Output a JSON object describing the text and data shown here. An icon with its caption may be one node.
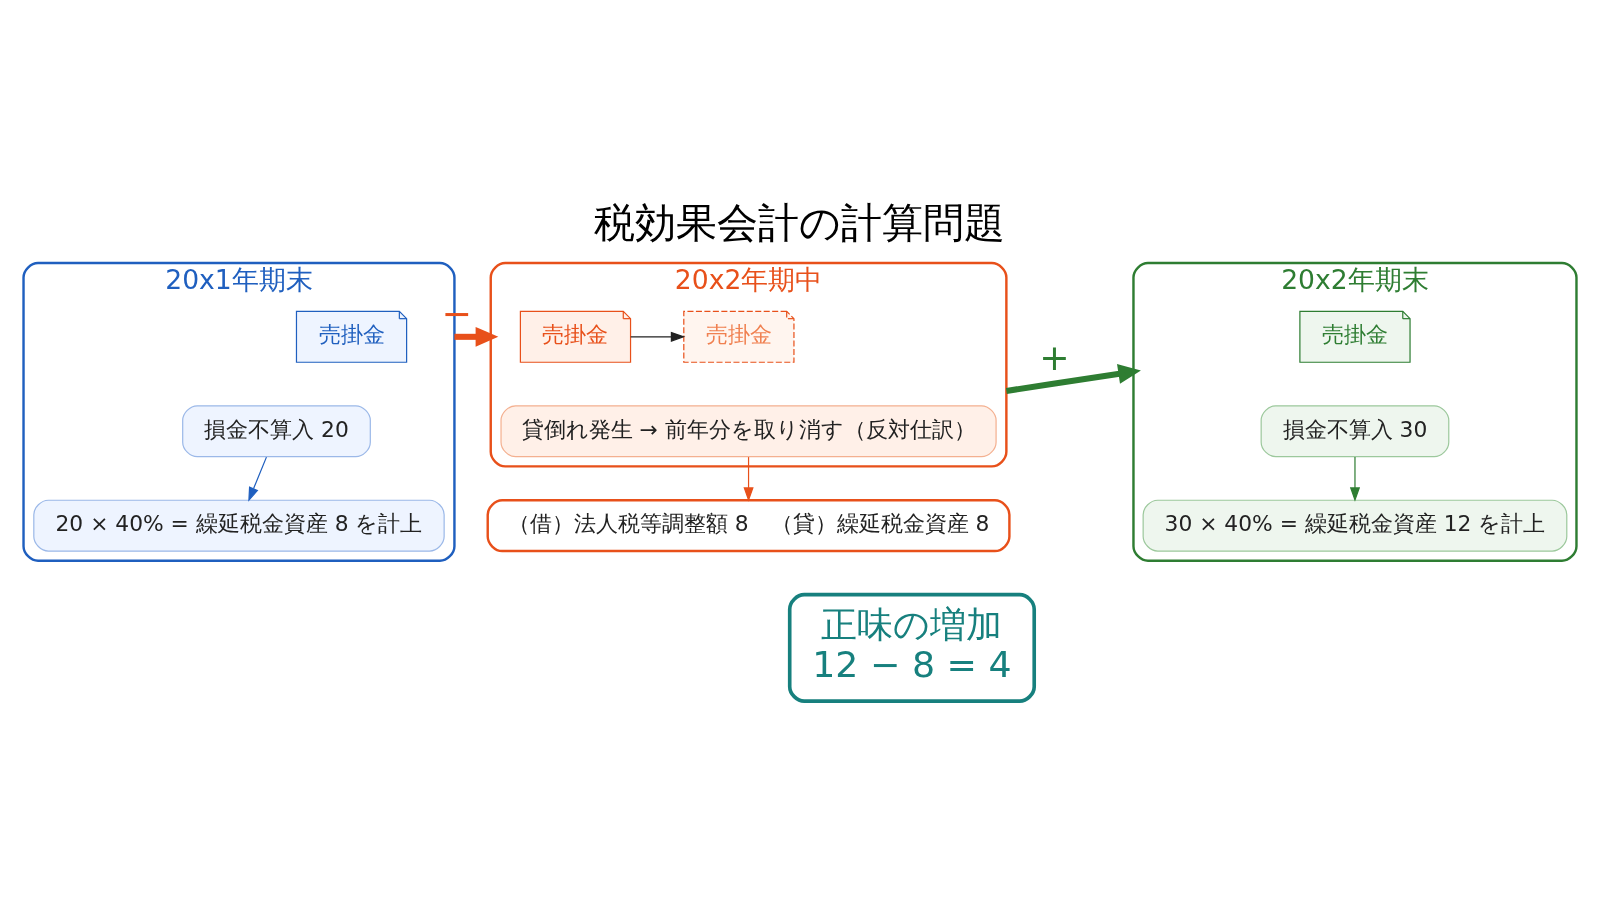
{
  "diagram": {
    "title": "税効果会計の計算問題",
    "nodes": [
      {
        "text": [
          "20x1年期末"
        ]
      },
      {
        "text": [
          "売掛金"
        ],
        "in": 0
      },
      {
        "text": [
          "損金不算入 20"
        ],
        "in": 0
      },
      {
        "text": [
          "20 × 40% = 繰延税金資産 8 を計上"
        ],
        "in": 0
      },
      {
        "text": [
          "20x2年期中"
        ]
      },
      {
        "text": [
          "売掛金"
        ],
        "in": 4
      },
      {
        "text": [
          "売掛金"
        ],
        "in": 4
      },
      {
        "text": [
          "貸倒れ発生 → 前年分を取り消す（反対仕訳）"
        ],
        "in": 4
      },
      {
        "text": [
          "（借）法人税等調整額 8　（貸）繰延税金資産 8"
        ]
      },
      {
        "text": [
          "20x2年期末"
        ]
      },
      {
        "text": [
          "売掛金"
        ],
        "in": 9
      },
      {
        "text": [
          "損金不算入 30"
        ],
        "in": 9
      },
      {
        "text": [
          "30 × 40% = 繰延税金資産 12 を計上"
        ],
        "in": 9
      },
      {
        "text": [
          "正味の増加",
          "12 − 8 = 4"
        ]
      }
    ],
    "edges": [
      {
        "from": 0,
        "to": 4,
        "arrow": "to",
        "label": "−",
        "style": "thick",
        "color": "#e8501a"
      },
      {
        "from": 4,
        "to": 9,
        "arrow": "to",
        "label": "+",
        "style": "thick",
        "color": "#2e7d32"
      },
      {
        "from": 2,
        "to": 3,
        "arrow": "to",
        "color": "#1f5fbf"
      },
      {
        "from": 5,
        "to": 6,
        "arrow": "to",
        "color": "#222222"
      },
      {
        "from": 7,
        "to": 8,
        "arrow": "to",
        "color": "#e8501a"
      },
      {
        "from": 11,
        "to": 12,
        "arrow": "to",
        "color": "#2e7d32"
      }
    ]
  }
}
